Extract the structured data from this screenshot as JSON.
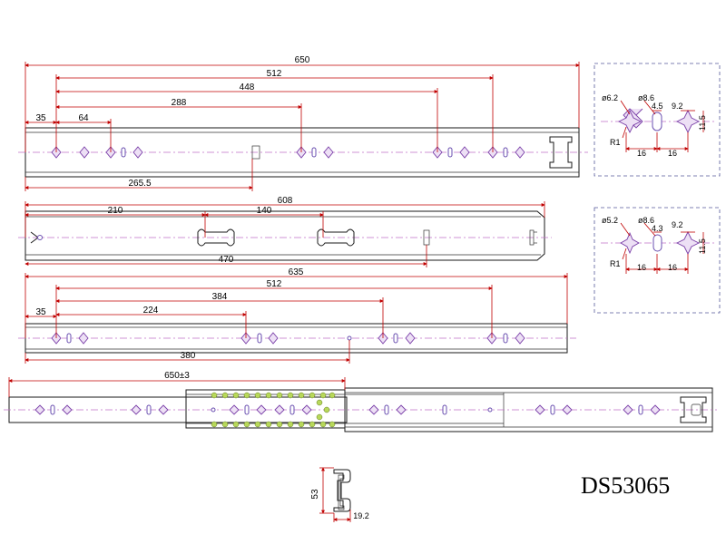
{
  "model": "DS53065",
  "top_rail": {
    "overall": "650",
    "d512": "512",
    "d448": "448",
    "d288": "288",
    "d35": "35",
    "d64": "64",
    "d265": "265.5"
  },
  "middle_rail": {
    "overall": "608",
    "d210": "210",
    "d140": "140",
    "d470": "470"
  },
  "inner_rail": {
    "overall": "635",
    "d512": "512",
    "d384": "384",
    "d224": "224",
    "d35": "35",
    "d380": "380"
  },
  "extended": {
    "length": "650±3"
  },
  "hole_detail_1": {
    "dia1": "ø6.2",
    "dia2": "ø8.6",
    "w": "4.5",
    "w2": "9.2",
    "h": "11.5",
    "r": "R1",
    "p1": "16",
    "p2": "16"
  },
  "hole_detail_2": {
    "dia1": "ø5.2",
    "dia2": "ø8.6",
    "w": "4.3",
    "w2": "9.2",
    "h": "11.5",
    "r": "R1",
    "p1": "16",
    "p2": "16"
  },
  "profile": {
    "height": "53",
    "width": "19.2"
  }
}
